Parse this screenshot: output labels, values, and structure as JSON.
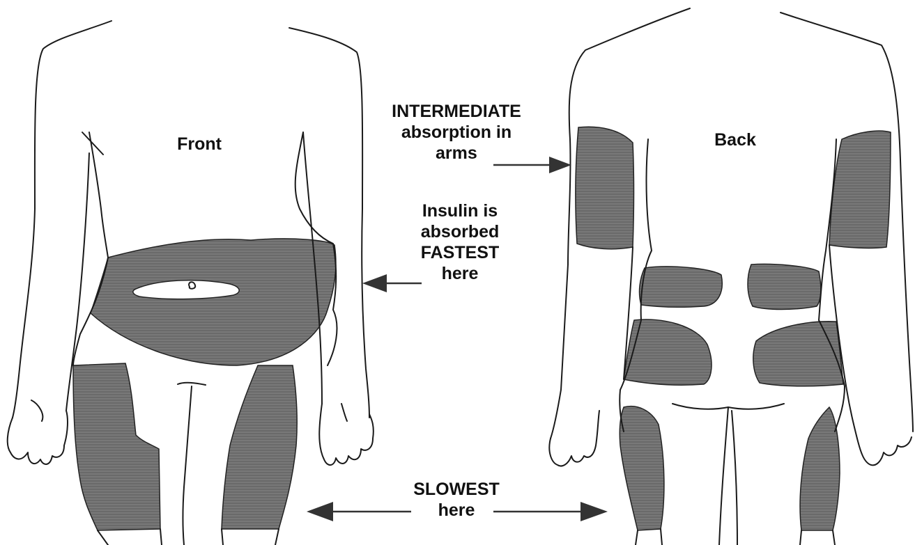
{
  "labels": {
    "front": "Front",
    "back": "Back",
    "intermediate": [
      "INTERMEDIATE",
      "absorption in",
      "arms"
    ],
    "fastest": [
      "Insulin is",
      "absorbed",
      "FASTEST",
      "here"
    ],
    "slowest": [
      "SLOWEST",
      "here"
    ]
  },
  "colors": {
    "zone_fill": "#6f6f6f",
    "outline": "#1a1a1a",
    "arrow": "#333333"
  }
}
